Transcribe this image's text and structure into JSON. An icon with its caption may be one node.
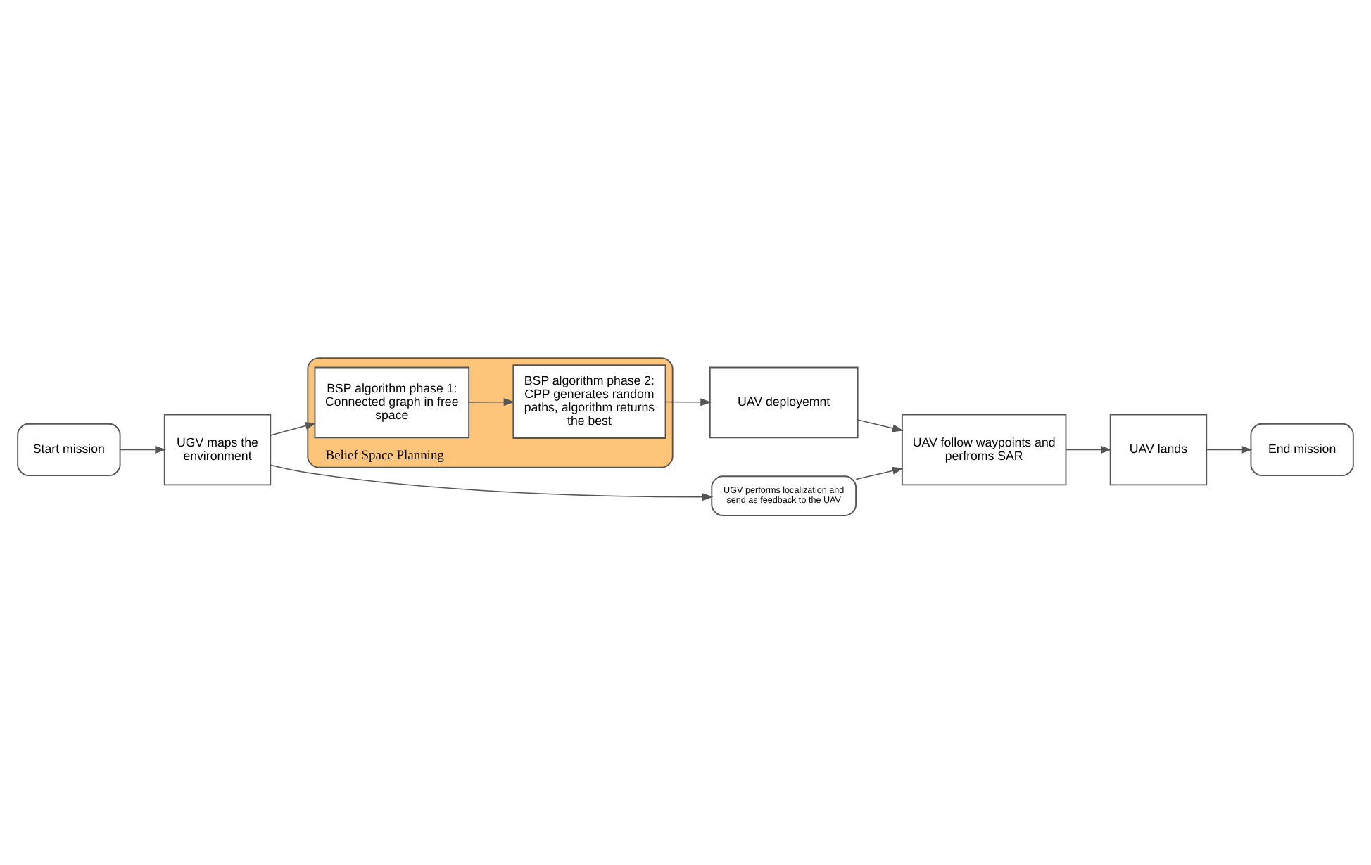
{
  "diagram": {
    "nodes": [
      {
        "text": [
          "Start mission"
        ]
      },
      {
        "text": [
          "End mission"
        ]
      },
      {
        "text": [
          "UGV maps the environment"
        ]
      },
      {
        "text": [
          "UGV performs localization and send as feedback to the UAV"
        ]
      },
      {
        "text": [
          "UAV lands"
        ]
      },
      {
        "text": [
          "Belief Space Planning"
        ]
      },
      {
        "text": [
          "BSP algorithm phase 1: Connected graph in free space"
        ],
        "in": 5
      },
      {
        "text": [
          "BSP algorithm phase 2: CPP generates random paths, algorithm returns the best"
        ],
        "in": 5
      },
      {
        "text": [
          "UAV deployemnt"
        ]
      },
      {
        "text": [
          "UAV follow waypoints and perfroms SAR"
        ]
      }
    ],
    "edges": [
      {
        "from": 0,
        "to": 2,
        "arrow": "to"
      },
      {
        "from": 2,
        "to": 3,
        "arrow": "to"
      },
      {
        "from": 2,
        "to": 6,
        "arrow": "to"
      },
      {
        "from": 6,
        "to": 7,
        "arrow": "to"
      },
      {
        "from": 7,
        "to": 8,
        "arrow": "to"
      },
      {
        "from": 8,
        "to": 9,
        "arrow": "to"
      },
      {
        "from": 3,
        "to": 9,
        "arrow": "to"
      },
      {
        "from": 9,
        "to": 4,
        "arrow": "to"
      },
      {
        "from": 4,
        "to": 1,
        "arrow": "to"
      }
    ]
  }
}
